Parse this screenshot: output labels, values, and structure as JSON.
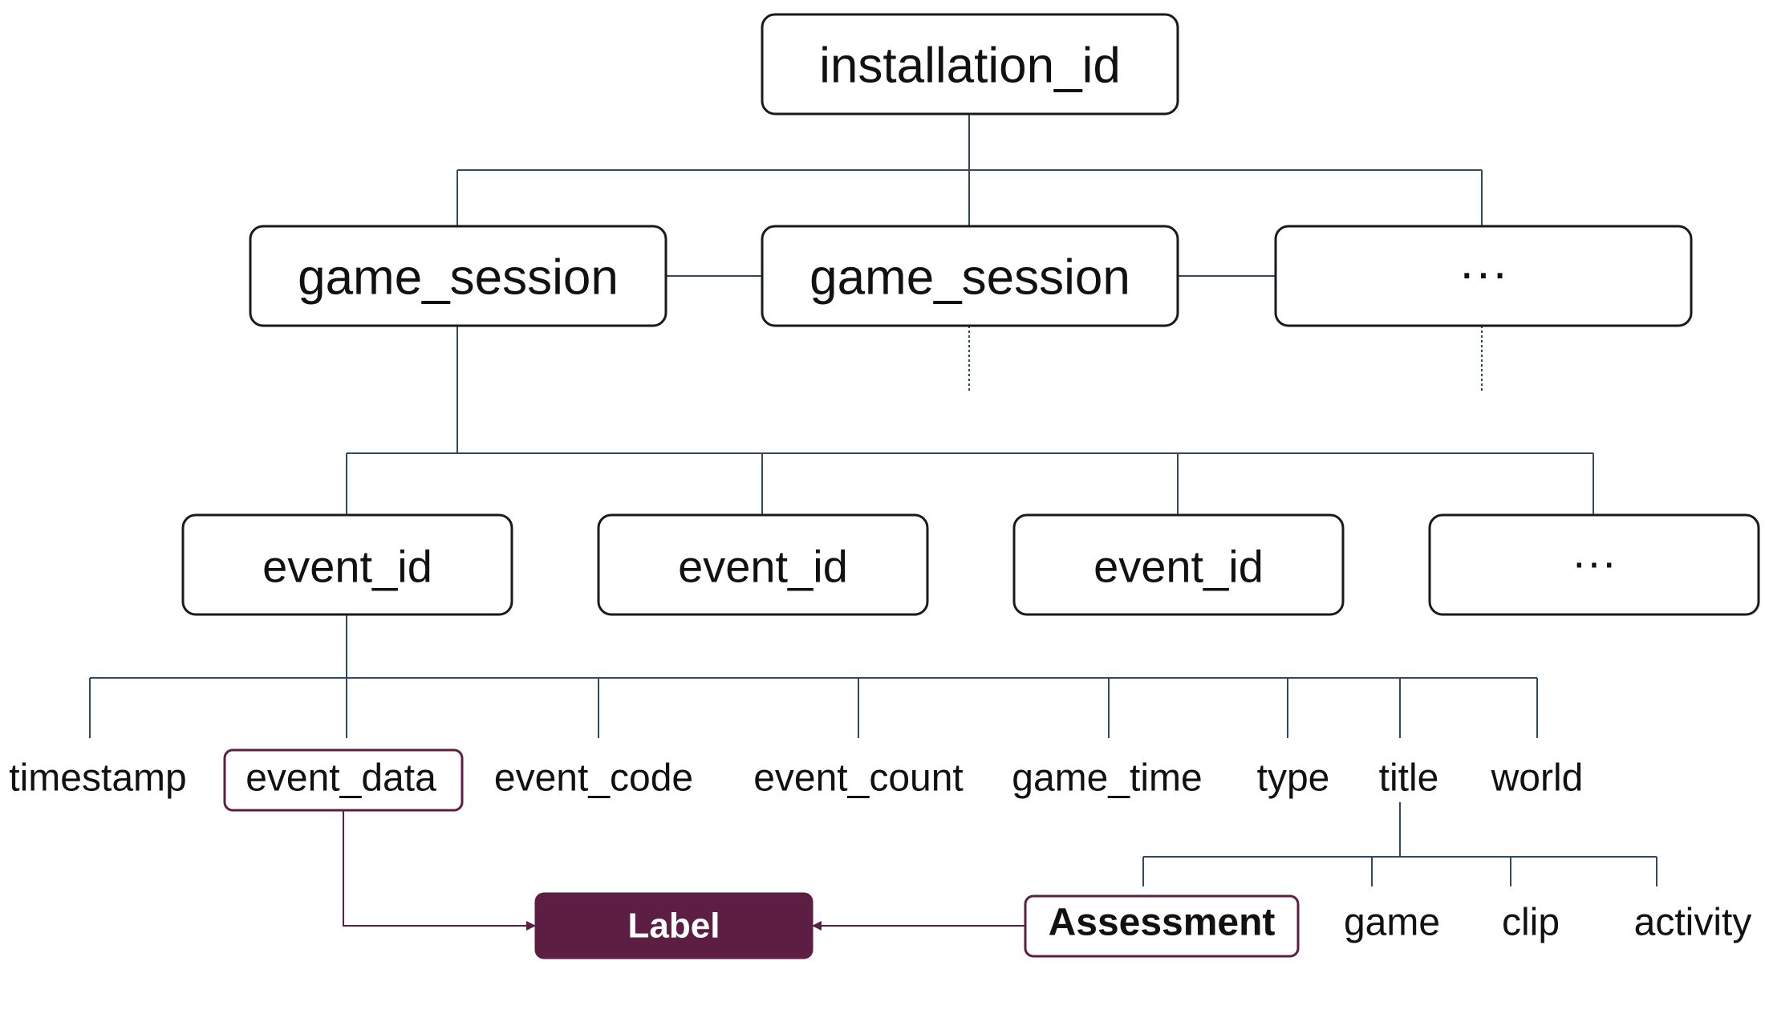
{
  "root": {
    "label": "installation_id"
  },
  "sessions": [
    {
      "label": "game_session"
    },
    {
      "label": "game_session"
    },
    {
      "label": "···"
    }
  ],
  "events": [
    {
      "label": "event_id"
    },
    {
      "label": "event_id"
    },
    {
      "label": "event_id"
    },
    {
      "label": "···"
    }
  ],
  "fields": [
    {
      "label": "timestamp"
    },
    {
      "label": "event_data"
    },
    {
      "label": "event_code"
    },
    {
      "label": "event_count"
    },
    {
      "label": "game_time"
    },
    {
      "label": "type"
    },
    {
      "label": "title"
    },
    {
      "label": "world"
    }
  ],
  "title_types": [
    {
      "label": "Assessment"
    },
    {
      "label": "game"
    },
    {
      "label": "clip"
    },
    {
      "label": "activity"
    }
  ],
  "target": {
    "label": "Label"
  },
  "colors": {
    "accent": "#5c1f43",
    "connector": "#2f4a62",
    "border": "#1a1a1a"
  }
}
